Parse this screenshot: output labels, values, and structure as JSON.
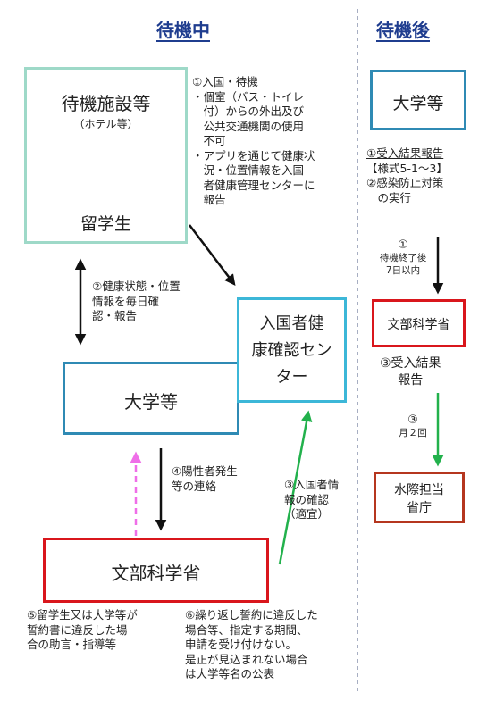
{
  "headings": {
    "left": "待機中",
    "right": "待機後"
  },
  "facility": {
    "title": "待機施設等",
    "subtitle": "（ホテル等）",
    "student": "留学生"
  },
  "university_left": "大学等",
  "center": [
    "入国者健",
    "康確認セン",
    "ター"
  ],
  "mext_left": "文部科学省",
  "university_right": "大学等",
  "mext_right": "文部科学省",
  "water_border": [
    "水際担当",
    "省庁"
  ],
  "notes": {
    "n1": [
      "①入国・待機",
      "・個室（バス・トイレ",
      "　付）からの外出及び",
      "　公共交通機関の使用",
      "　不可",
      "・アプリを通じて健康状",
      "　況・位置情報を入国",
      "　者健康管理センターに",
      "　報告"
    ],
    "n2": [
      "②健康状態・位置",
      "情報を毎日確",
      "認・報告"
    ],
    "n3": [
      "③入国者情",
      "報の確認",
      "（適宜）"
    ],
    "n4": [
      "④陽性者発生",
      "等の連絡"
    ],
    "n5": [
      "⑤留学生又は大学等が",
      "誓約書に違反した場",
      "合の助言・指導等"
    ],
    "n6": [
      "⑥繰り返し誓約に違反した",
      "場合等、指定する期間、",
      "申請を受け付けない。",
      "是正が見込まれない場合",
      "は大学等名の公表"
    ],
    "r1": [
      "①受入結果報告",
      "【様式5-1～3】",
      "②感染防止対策",
      "　の実行"
    ],
    "r2": [
      "①",
      "待機終了後",
      "7日以内"
    ],
    "r3": [
      "③受入結果",
      "報告"
    ],
    "r4": [
      "③",
      "月２回"
    ]
  },
  "colors": {
    "heading": "#1f3d8f",
    "facility_border": "#9ed9c8",
    "university_border": "#2f8ab4",
    "center_border": "#3cb7d8",
    "mext_border": "#d9161c",
    "water_border": "#b5361f",
    "people": "#9b9ed4",
    "green_arrow": "#22b14c",
    "pink_arrow": "#ef6ee8",
    "arrow": "#111111",
    "divider": "#8a93ad"
  }
}
